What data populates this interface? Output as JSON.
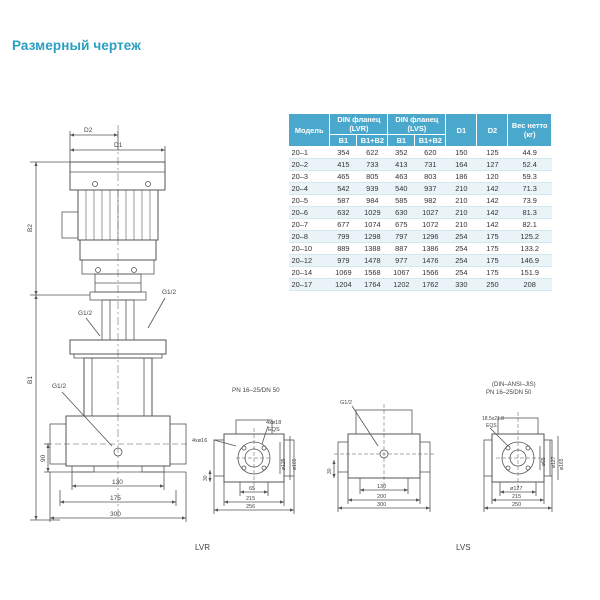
{
  "title": "Размерный чертеж",
  "table": {
    "headers": {
      "model": "Модель",
      "lvr": "DIN фланец (LVR)",
      "lvs": "DIN фланец (LVS)",
      "d1": "D1",
      "d2": "D2",
      "weight": "Вес нетто (кг)",
      "b1": "B1",
      "b1b2": "B1+B2"
    },
    "rows": [
      [
        "20–1",
        "354",
        "622",
        "352",
        "620",
        "150",
        "125",
        "44.9"
      ],
      [
        "20–2",
        "415",
        "733",
        "413",
        "731",
        "164",
        "127",
        "52.4"
      ],
      [
        "20–3",
        "465",
        "805",
        "463",
        "803",
        "186",
        "120",
        "59.3"
      ],
      [
        "20–4",
        "542",
        "939",
        "540",
        "937",
        "210",
        "142",
        "71.3"
      ],
      [
        "20–5",
        "587",
        "984",
        "585",
        "982",
        "210",
        "142",
        "73.9"
      ],
      [
        "20–6",
        "632",
        "1029",
        "630",
        "1027",
        "210",
        "142",
        "81.3"
      ],
      [
        "20–7",
        "677",
        "1074",
        "675",
        "1072",
        "210",
        "142",
        "82.1"
      ],
      [
        "20–8",
        "799",
        "1298",
        "797",
        "1296",
        "254",
        "175",
        "125.2"
      ],
      [
        "20–10",
        "889",
        "1388",
        "887",
        "1386",
        "254",
        "175",
        "133.2"
      ],
      [
        "20–12",
        "979",
        "1478",
        "977",
        "1476",
        "254",
        "175",
        "146.9"
      ],
      [
        "20–14",
        "1069",
        "1568",
        "1067",
        "1566",
        "254",
        "175",
        "151.9"
      ],
      [
        "20–17",
        "1204",
        "1764",
        "1202",
        "1762",
        "330",
        "250",
        "208"
      ]
    ]
  },
  "main_view": {
    "d2": "D2",
    "d1": "D1",
    "b2": "B2",
    "b1": "B1",
    "g_left": "G1/2",
    "g_right": "G1/2",
    "g_bottom": "G1/2",
    "h90": "90",
    "w130": "130",
    "w175": "175",
    "w300": "300"
  },
  "lvr": {
    "pn": "PN 16–25/DN 50",
    "holes": "4xø16",
    "holes2": "4xø18",
    "eqs": "EQS",
    "d125": "ø125",
    "d165": "ø165",
    "h30": "30",
    "w65": "65",
    "w215": "215",
    "w256": "256",
    "label": "LVR"
  },
  "lvs": {
    "g": "G1/2",
    "h30": "30",
    "w130": "130",
    "w200": "200",
    "w300": "300",
    "label": "LVS"
  },
  "ansi": {
    "std": "(DIN–ANSI–JIS)",
    "pn": "PN 16–25/DN 50",
    "slot": "18.5x21.8",
    "eqs": "EQS",
    "d65": "ø65",
    "d127": "ø127",
    "d165": "ø165",
    "d127b": "ø127",
    "w215": "215",
    "w250": "250"
  }
}
